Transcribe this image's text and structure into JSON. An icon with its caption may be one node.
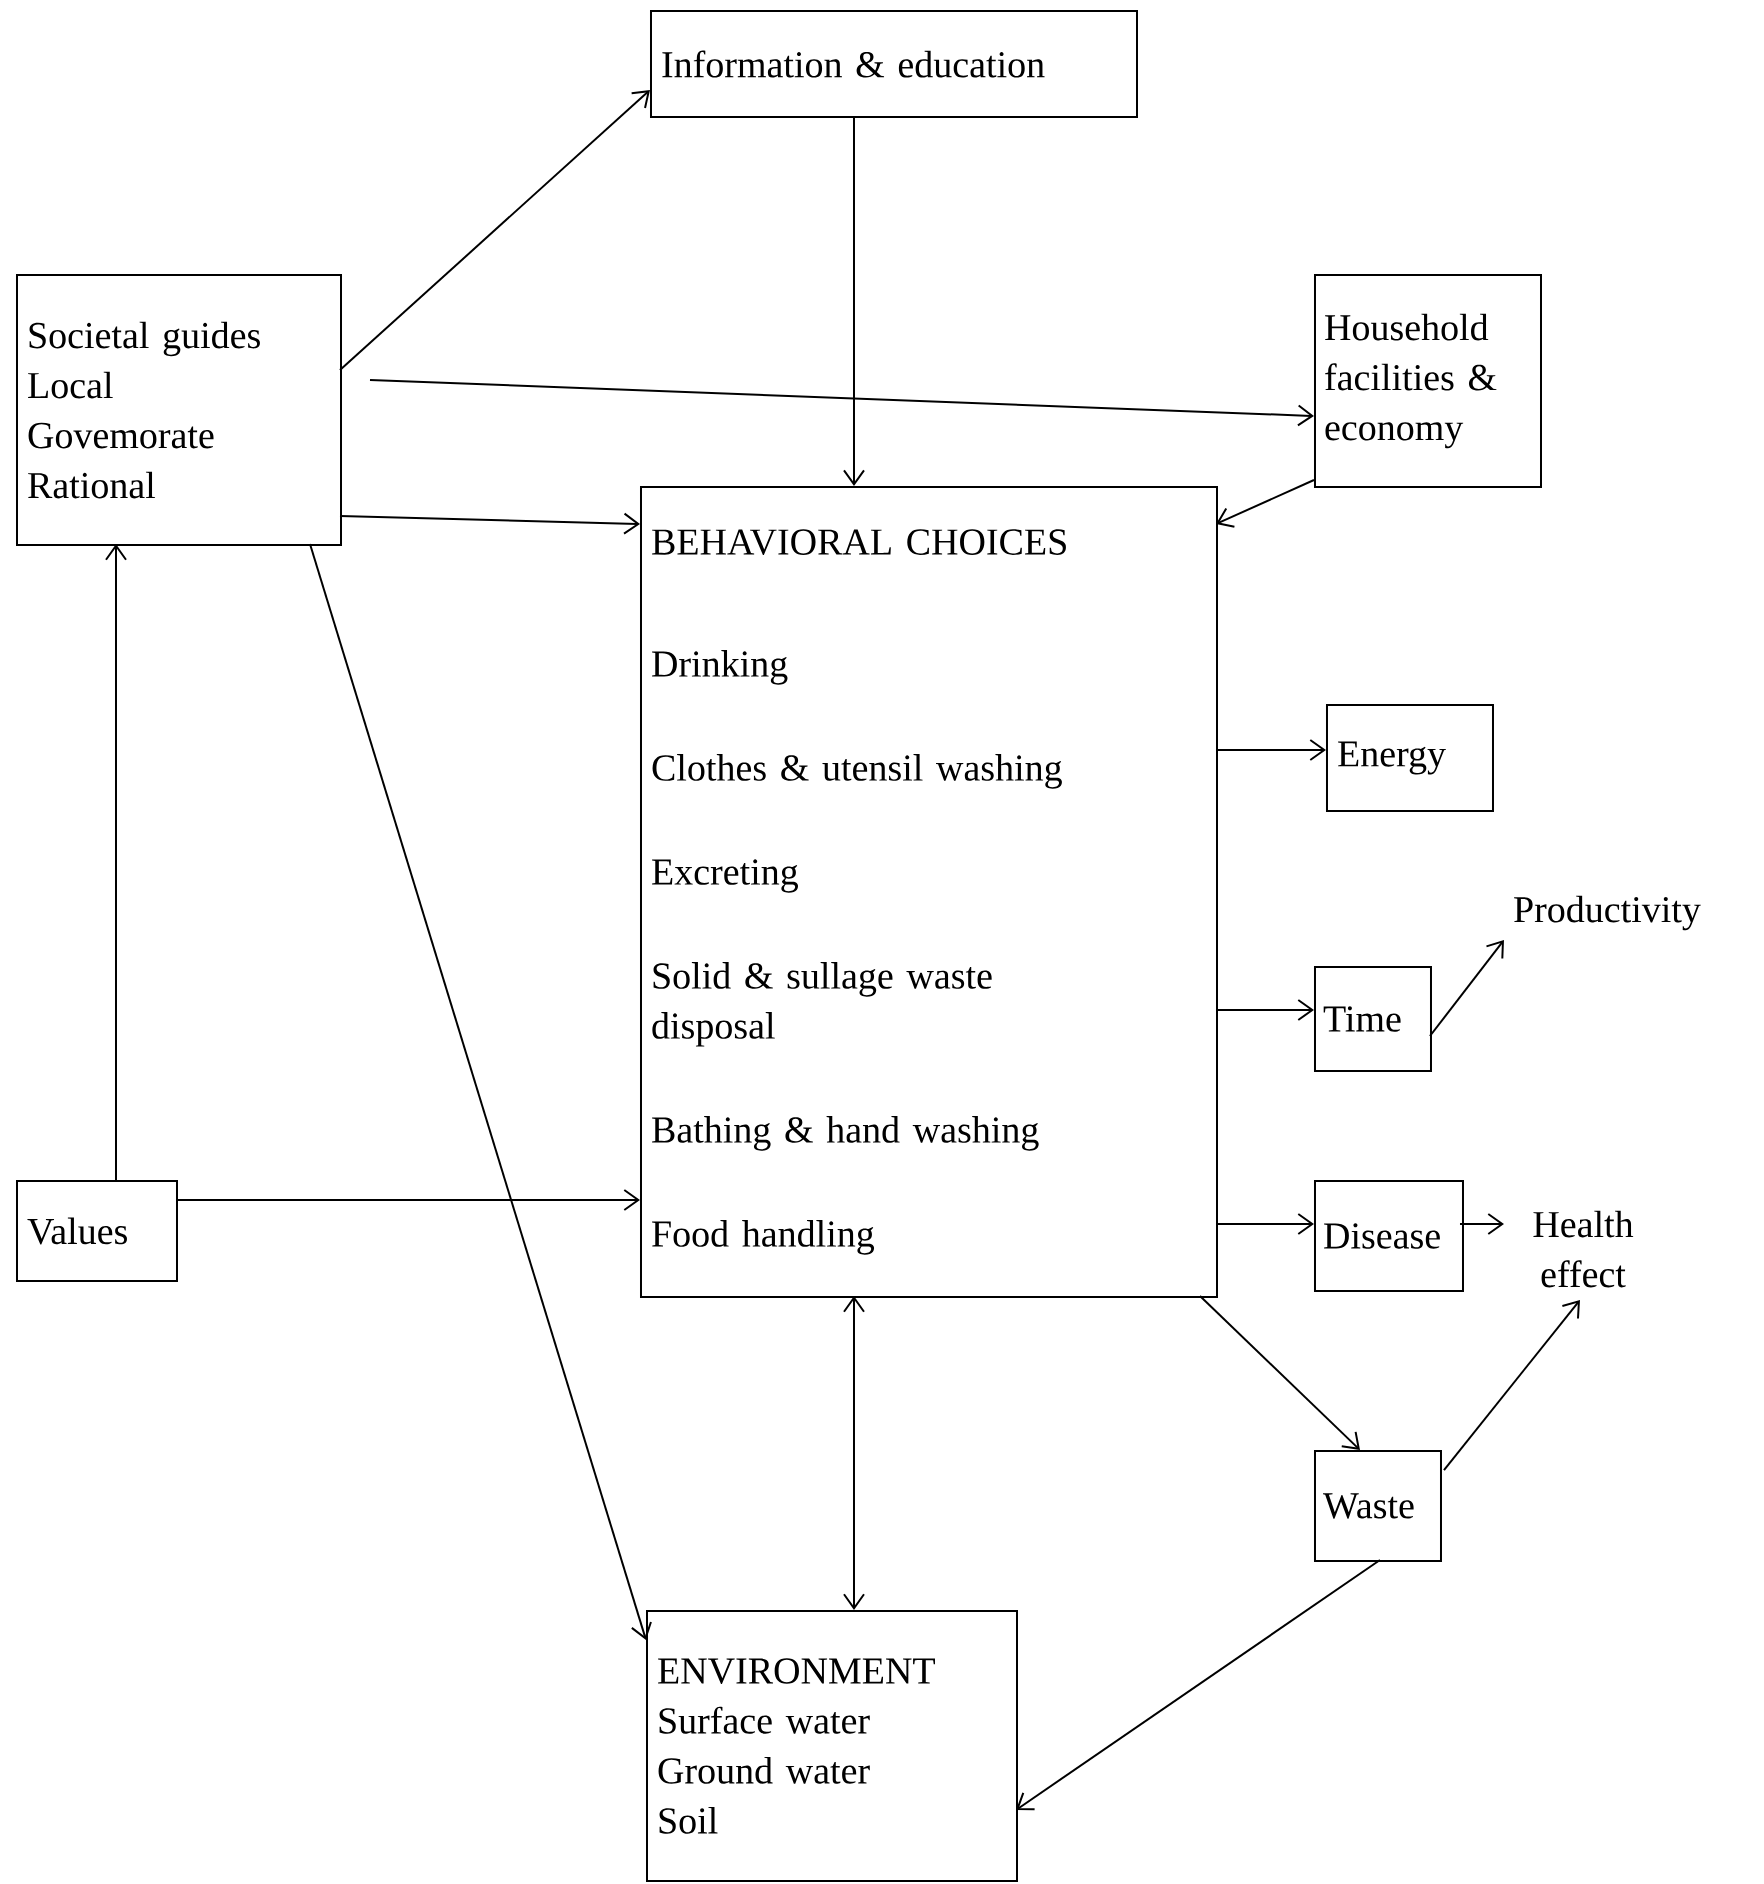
{
  "diagram": {
    "nodes": [
      {
        "text": [
          "Information & education"
        ]
      },
      {
        "text": [
          "Societal guides",
          "Local",
          "Govemorate",
          "Rational"
        ]
      },
      {
        "text": [
          "Household facilities & economy"
        ]
      },
      {
        "text": [
          "BEHAVIORAL CHOICES",
          "Drinking",
          "Clothes & utensil washing",
          "Excreting",
          "Solid & sullage waste disposal",
          "Bathing & hand washing",
          "Food handling"
        ]
      },
      {
        "text": [
          "Energy"
        ]
      },
      {
        "text": [
          "Productivity"
        ]
      },
      {
        "text": [
          "Time"
        ]
      },
      {
        "text": [
          "Values"
        ]
      },
      {
        "text": [
          "Disease"
        ]
      },
      {
        "text": [
          "Health effect"
        ]
      },
      {
        "text": [
          "Waste"
        ]
      },
      {
        "text": [
          "ENVIRONMENT",
          "Surface water",
          "Ground water",
          "Soil"
        ]
      }
    ],
    "edges": [
      {
        "from": 1,
        "to": 0,
        "arrow": "to"
      },
      {
        "from": 1,
        "to": 2,
        "arrow": "to"
      },
      {
        "from": 1,
        "to": 3,
        "arrow": "to"
      },
      {
        "from": 0,
        "to": 3,
        "arrow": "to"
      },
      {
        "from": 2,
        "to": 3,
        "arrow": "to"
      },
      {
        "from": 7,
        "to": 1,
        "arrow": "to"
      },
      {
        "from": 7,
        "to": 3,
        "arrow": "to"
      },
      {
        "from": 1,
        "to": 11,
        "arrow": "to"
      },
      {
        "from": 3,
        "to": 4,
        "arrow": "to"
      },
      {
        "from": 3,
        "to": 6,
        "arrow": "to"
      },
      {
        "from": 3,
        "to": 8,
        "arrow": "to"
      },
      {
        "from": 6,
        "to": 5,
        "arrow": "to"
      },
      {
        "from": 8,
        "to": 9,
        "arrow": "to"
      },
      {
        "from": 3,
        "to": 10,
        "arrow": "to"
      },
      {
        "from": 10,
        "to": 9,
        "arrow": "to"
      },
      {
        "from": 3,
        "to": 11,
        "arrow": "both"
      },
      {
        "from": 10,
        "to": 11,
        "arrow": "to"
      }
    ]
  }
}
